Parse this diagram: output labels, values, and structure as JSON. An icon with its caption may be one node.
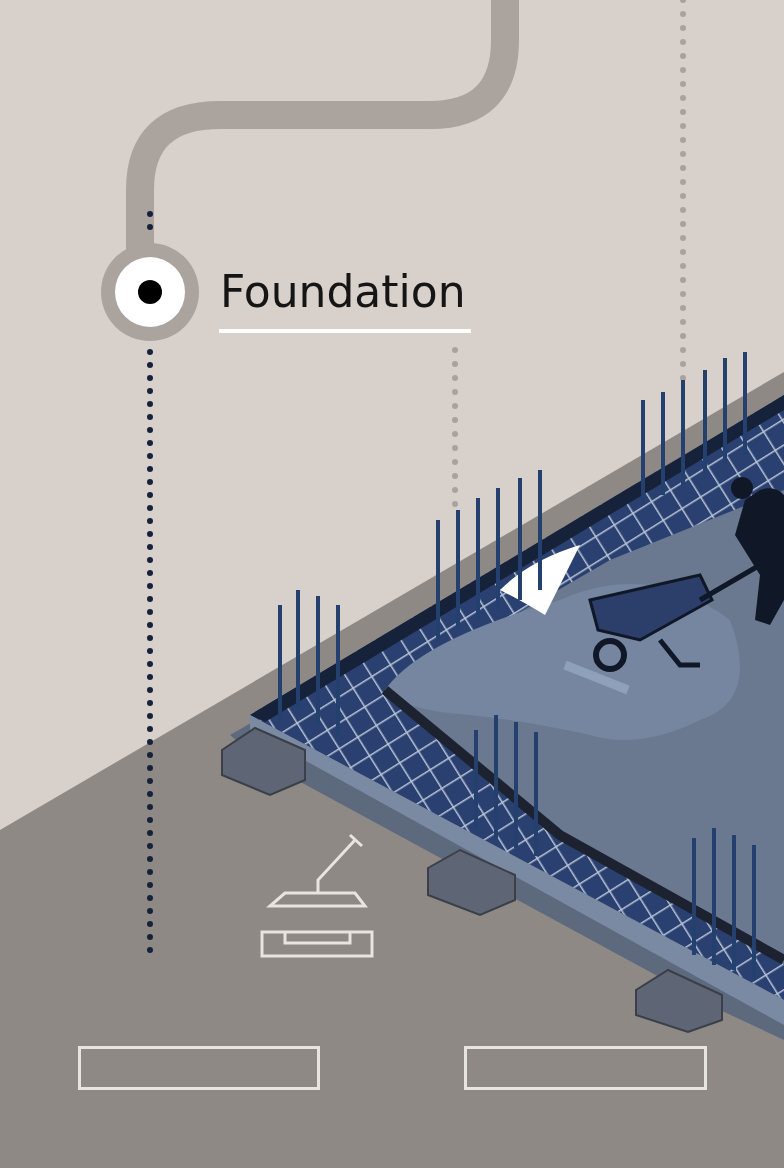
{
  "diagram": {
    "title": "Foundation",
    "nodes": [
      {
        "text": [],
        "shape": "box"
      },
      {
        "text": [],
        "shape": "box"
      }
    ]
  }
}
